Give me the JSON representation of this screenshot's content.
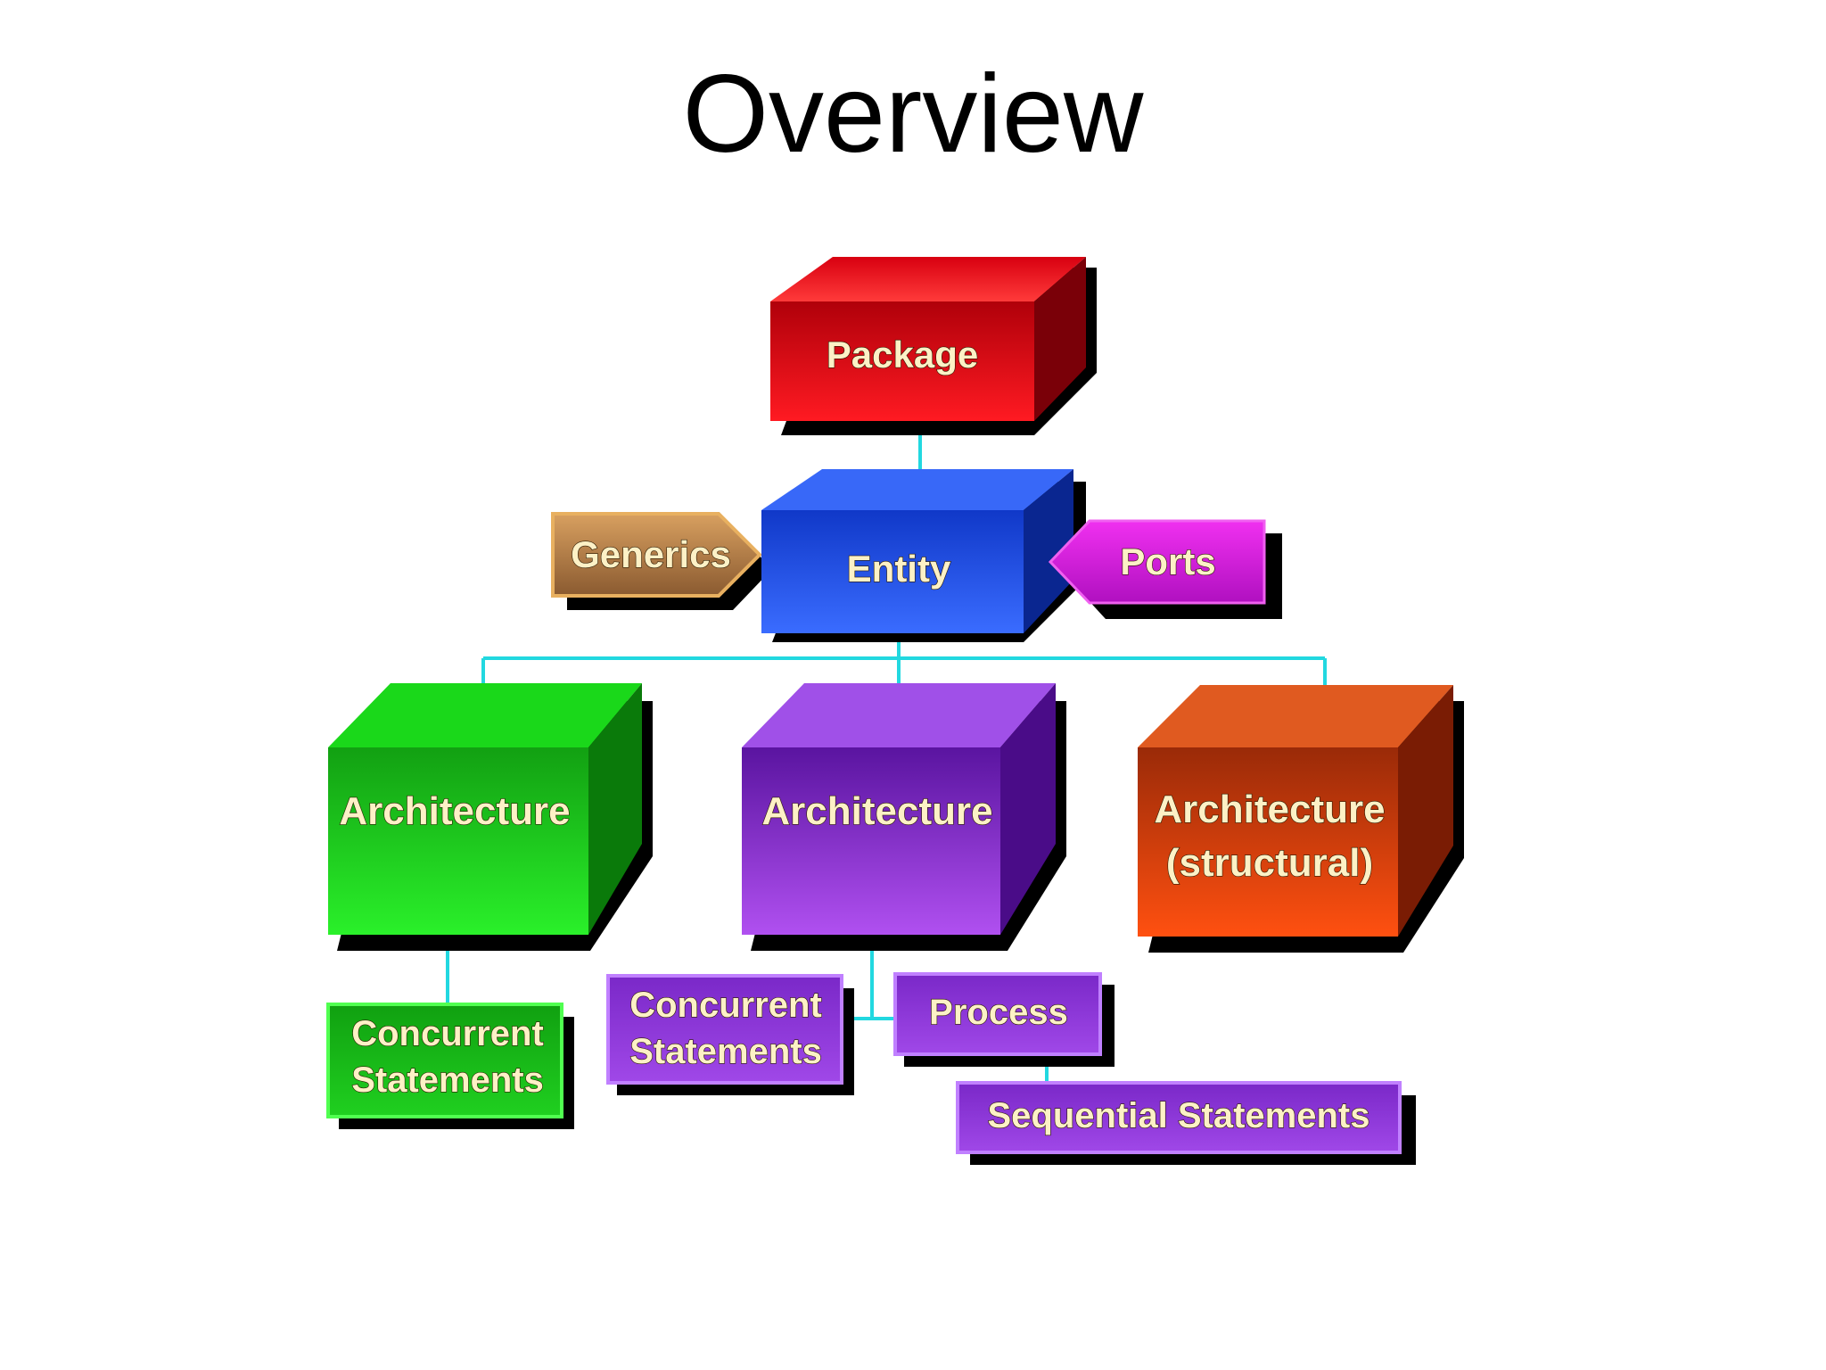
{
  "title": "Overview",
  "nodes": {
    "package": "Package",
    "entity": "Entity",
    "generics": "Generics",
    "ports": "Ports",
    "arch_behavioral": "Architecture",
    "arch_dataflow": "Architecture",
    "arch_structural_line1": "Architecture",
    "arch_structural_line2": "(structural)",
    "concurrent_left_line1": "Concurrent",
    "concurrent_left_line2": "Statements",
    "concurrent_mid_line1": "Concurrent",
    "concurrent_mid_line2": "Statements",
    "process": "Process",
    "sequential": "Sequential Statements"
  },
  "colors": {
    "package": "#e0101a",
    "entity": "#1f4fe0",
    "generics": "#b8864a",
    "ports": "#e010e0",
    "arch_green": "#18c818",
    "arch_purple": "#8a2fd8",
    "arch_orange": "#e84a10",
    "connector": "#22d8e0"
  }
}
